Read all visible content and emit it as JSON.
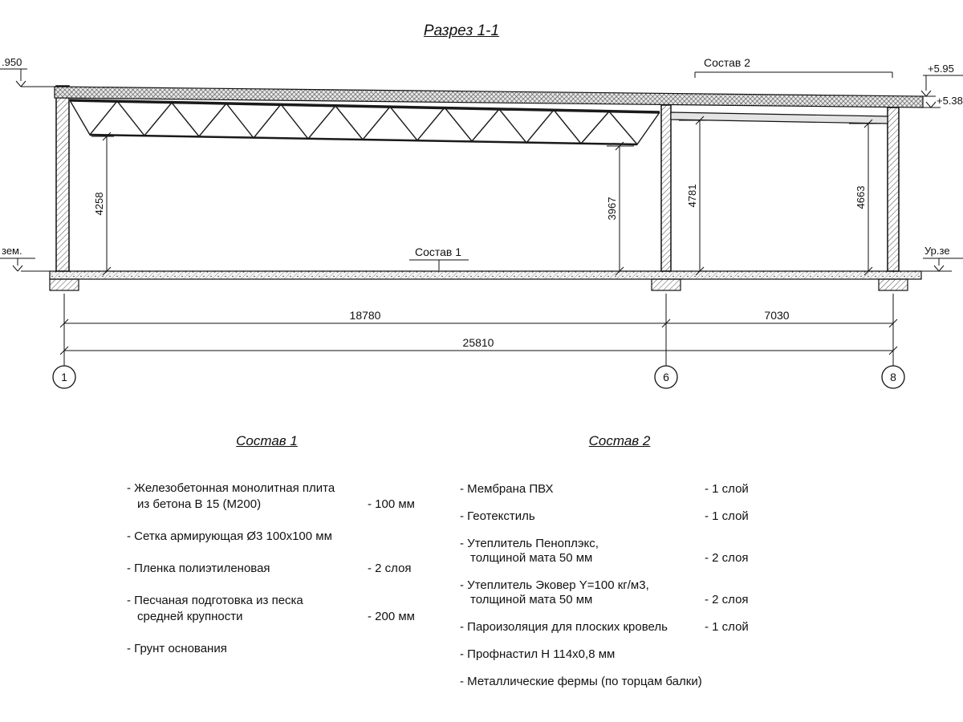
{
  "title": "Разрез 1-1",
  "drawing": {
    "callout_sostav1": "Состав 1",
    "callout_sostav2": "Состав 2",
    "elev_left": ".950",
    "elev_right_top": "+5.95",
    "elev_right_eave": "+5.38",
    "ground_left": "зем.",
    "ground_right": "Ур.зе",
    "dim_height_left": "4258",
    "dim_height_mid": "3967",
    "dim_height_right_inner": "4781",
    "dim_height_right": "4663",
    "dim_span_left": "18780",
    "dim_span_right": "7030",
    "dim_total": "25810",
    "axis_1": "1",
    "axis_6": "6",
    "axis_8": "8"
  },
  "spec1": {
    "heading": "Состав 1",
    "items": [
      {
        "line1": "- Железобетонная  монолитная плита",
        "line2": "из бетона В 15 (М200)",
        "value": "- 100 мм"
      },
      {
        "line1": "- Сетка армирующая Ø3 100х100 мм",
        "line2": "",
        "value": ""
      },
      {
        "line1": "- Пленка полиэтиленовая",
        "line2": "",
        "value": "- 2 слоя"
      },
      {
        "line1": "- Песчаная подготовка из песка",
        "line2": "средней крупности",
        "value": "- 200 мм"
      },
      {
        "line1": "- Грунт основания",
        "line2": "",
        "value": ""
      }
    ]
  },
  "spec2": {
    "heading": "Состав 2",
    "items": [
      {
        "line1": "- Мембрана ПВХ",
        "line2": "",
        "value": "- 1 слой"
      },
      {
        "line1": "- Геотекстиль",
        "line2": "",
        "value": "- 1 слой"
      },
      {
        "line1": "- Утеплитель Пеноплэкс,",
        "line2": "толщиной мата 50 мм",
        "value": "- 2 слоя"
      },
      {
        "line1": "- Утеплитель Эковер Y=100 кг/м3,",
        "line2": "толщиной мата 50 мм",
        "value": "- 2 слоя"
      },
      {
        "line1": "- Пароизоляция для плоских кровель",
        "line2": "",
        "value": "- 1 слой"
      },
      {
        "line1": "- Профнастил Н 114х0,8 мм",
        "line2": "",
        "value": ""
      },
      {
        "line1": "- Металлические фермы (по торцам балки)",
        "line2": "",
        "value": ""
      }
    ]
  }
}
